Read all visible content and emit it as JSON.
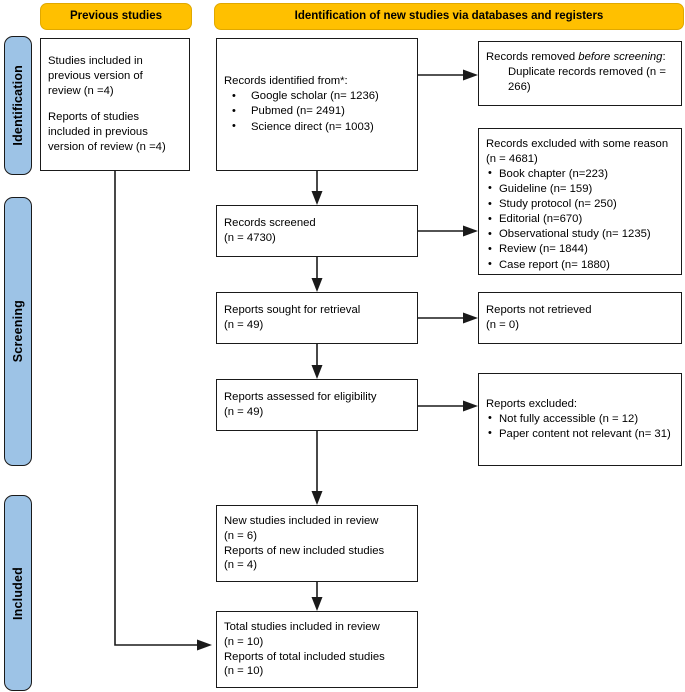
{
  "diagram": {
    "type": "prisma-flow-diagram",
    "phases": [
      {
        "name": "identification",
        "label": "Identification"
      },
      {
        "name": "screening",
        "label": "Screening"
      },
      {
        "name": "included",
        "label": "Included"
      }
    ],
    "headers": [
      {
        "name": "previous-studies",
        "label": "Previous studies"
      },
      {
        "name": "new-studies",
        "label": "Identification of new studies via databases and registers"
      }
    ],
    "colors": {
      "phase_band": "#9DC3E6",
      "header_band": "#FFC000",
      "box_border": "#1A1A1A",
      "box_fill": "#FFFFFF",
      "connector": "#1A1A1A"
    },
    "boxes": {
      "previous_studies": {
        "line1": "Studies included in",
        "line2": "previous version of",
        "line3": "review (n =4)",
        "line4": "Reports of studies",
        "line5": "included in previous",
        "line6": "version of review (n =4)"
      },
      "records_identified": {
        "title": "Records identified from*:",
        "sources": [
          "Google scholar (n= 1236)",
          "Pubmed (n= 2491)",
          "Science direct (n= 1003)"
        ]
      },
      "records_removed": {
        "lead": "Records removed ",
        "emphasis": "before screening",
        "colon": ":",
        "detail": "Duplicate records removed (n = 266)"
      },
      "records_screened": {
        "title": "Records screened",
        "count": "(n = 4730)"
      },
      "records_excluded": {
        "title": "Records excluded with some reason (n = 4681)",
        "reasons": [
          "Book chapter (n=223)",
          "Guideline (n= 159)",
          "Study protocol (n= 250)",
          "Editorial (n=670)",
          "Observational study (n= 1235)",
          "Review (n= 1844)",
          "Case report (n= 1880)"
        ]
      },
      "reports_sought": {
        "title": "Reports sought for retrieval",
        "count": "(n = 49)"
      },
      "reports_not_retrieved": {
        "title": "Reports not retrieved",
        "count": "(n = 0)"
      },
      "reports_assessed": {
        "title": "Reports assessed for eligibility",
        "count": "(n = 49)"
      },
      "reports_excluded": {
        "title": "Reports excluded:",
        "reasons": [
          "Not fully accessible (n = 12)",
          "Paper content not relevant (n= 31)"
        ]
      },
      "new_studies_included": {
        "line1": "New studies included in review",
        "line2": "(n = 6)",
        "line3": "Reports of new included studies",
        "line4": "(n = 4)"
      },
      "total_studies_included": {
        "line1": "Total studies included in review",
        "line2": "(n = 10)",
        "line3": "Reports of total included studies",
        "line4": "(n = 10)"
      }
    }
  }
}
